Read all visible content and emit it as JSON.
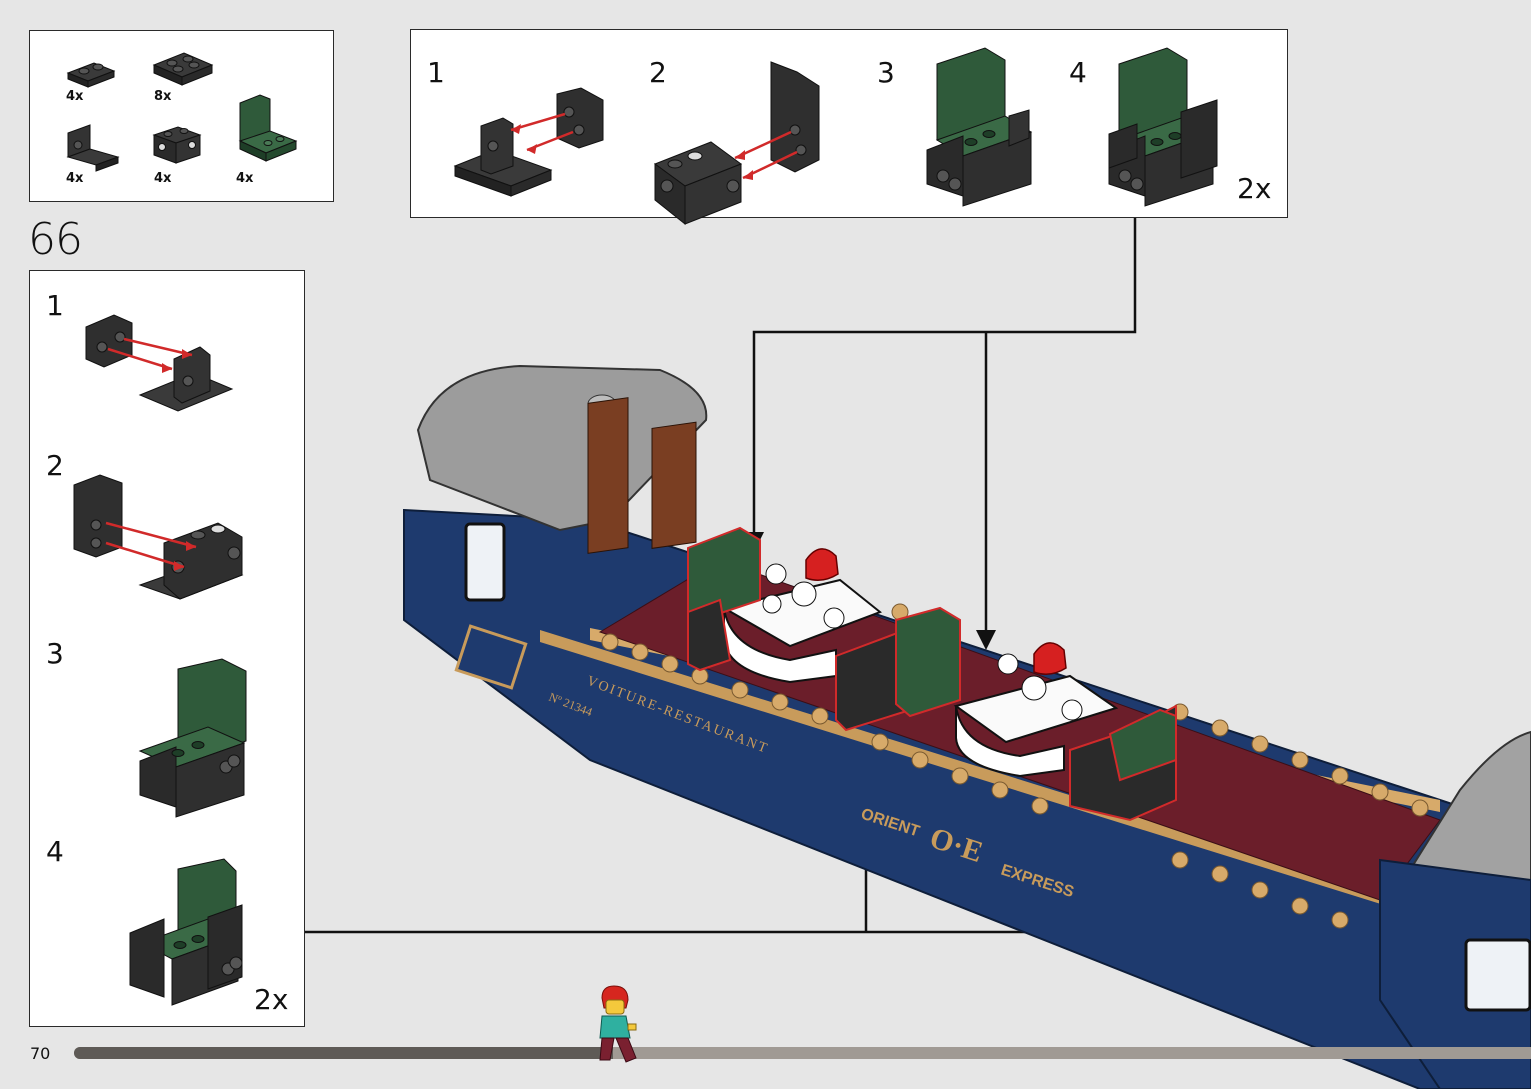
{
  "parts_list": {
    "items": [
      {
        "qty": "4x",
        "icon": "plate-1x2-icon"
      },
      {
        "qty": "8x",
        "icon": "plate-2x2-icon"
      },
      {
        "qty": "4x",
        "icon": "bracket-1x2-icon"
      },
      {
        "qty": "4x",
        "icon": "brick-side-studs-icon"
      },
      {
        "qty": "4x",
        "icon": "green-seat-icon"
      }
    ]
  },
  "step": {
    "number": "66"
  },
  "sub_assembly_top": {
    "steps": [
      "1",
      "2",
      "3",
      "4"
    ],
    "multiplier": "2x"
  },
  "sub_assembly_left": {
    "steps": [
      "1",
      "2",
      "3",
      "4"
    ],
    "multiplier": "2x"
  },
  "model": {
    "side_text_1": "VOITURE-RESTAURANT",
    "side_text_2": "Nº 21344",
    "side_text_3": "ORIENT",
    "side_text_4": "EXPRESS",
    "logo": "O·E"
  },
  "footer": {
    "page_number": "70",
    "progress": 0.37
  },
  "colors": {
    "train_blue": "#1e3a6e",
    "gold": "#c89b5b",
    "seat_green": "#2f5a3a",
    "dark_part": "#2b2b2b",
    "red_arrow": "#d12a2a",
    "floor_red": "#6b1e2a"
  }
}
